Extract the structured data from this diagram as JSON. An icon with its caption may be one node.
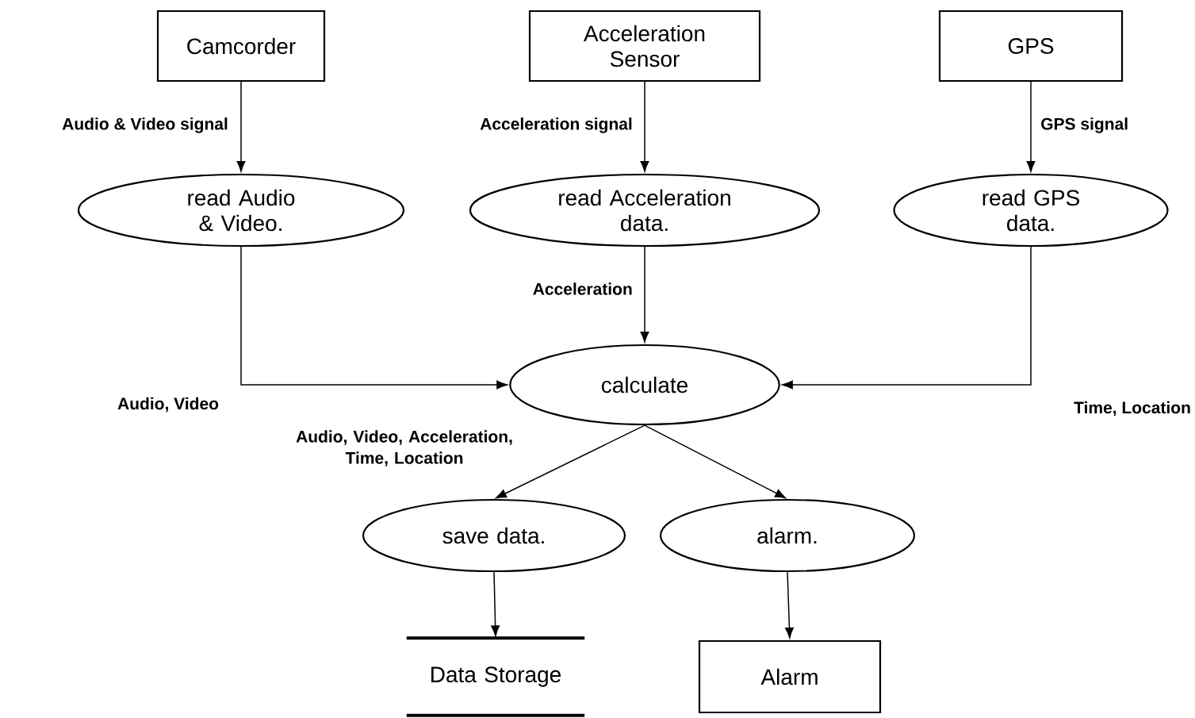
{
  "diagram": {
    "nodes": [
      {
        "text": [
          "Camcorder"
        ]
      },
      {
        "text": [
          "Acceleration Sensor"
        ]
      },
      {
        "text": [
          "GPS"
        ]
      },
      {
        "text": [
          "read Audio & Video."
        ]
      },
      {
        "text": [
          "read Acceleration data."
        ]
      },
      {
        "text": [
          "read GPS data."
        ]
      },
      {
        "text": [
          "calculate"
        ]
      },
      {
        "text": [
          "save data."
        ]
      },
      {
        "text": [
          "alarm."
        ]
      },
      {
        "text": [
          "Data Storage"
        ]
      },
      {
        "text": [
          "Alarm"
        ]
      }
    ],
    "edges": [
      {
        "from": 0,
        "to": 3,
        "arrow": "to",
        "label": "Audio & Video signal"
      },
      {
        "from": 1,
        "to": 4,
        "arrow": "to",
        "label": "Acceleration signal"
      },
      {
        "from": 2,
        "to": 5,
        "arrow": "to",
        "label": "GPS signal"
      },
      {
        "from": 3,
        "to": 6,
        "arrow": "to",
        "label": "Audio, Video"
      },
      {
        "from": 4,
        "to": 6,
        "arrow": "to",
        "label": "Acceleration"
      },
      {
        "from": 5,
        "to": 6,
        "arrow": "to",
        "label": "Time, Location"
      },
      {
        "from": 6,
        "to": 7,
        "arrow": "to",
        "label": "Audio, Video, Acceleration, Time, Location"
      },
      {
        "from": 6,
        "to": 8,
        "arrow": "to"
      },
      {
        "from": 7,
        "to": 9,
        "arrow": "to"
      },
      {
        "from": 8,
        "to": 10,
        "arrow": "to"
      }
    ]
  }
}
